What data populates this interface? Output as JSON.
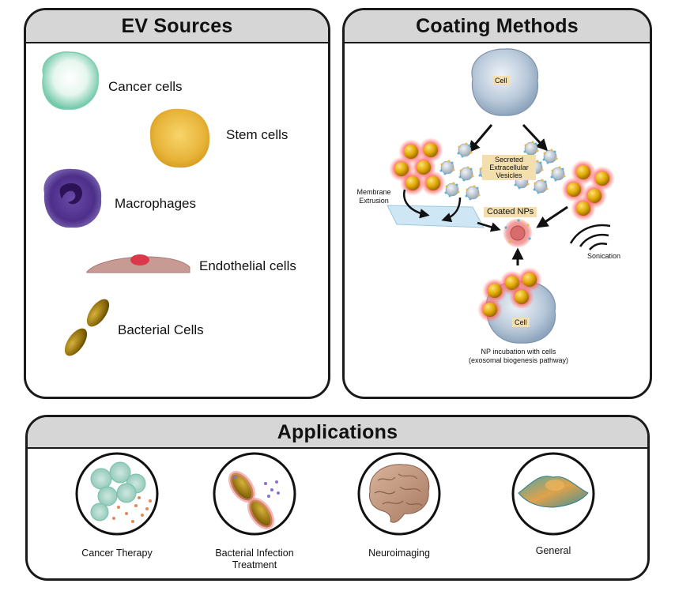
{
  "ev_sources": {
    "title": "EV Sources",
    "items": [
      {
        "label": "Cancer cells",
        "icon": "cancer-cell-icon"
      },
      {
        "label": "Stem cells",
        "icon": "stem-cell-icon"
      },
      {
        "label": "Macrophages",
        "icon": "macrophage-icon"
      },
      {
        "label": "Endothelial cells",
        "icon": "endothelial-cell-icon"
      },
      {
        "label": "Bacterial Cells",
        "icon": "bacterial-cell-icon"
      }
    ]
  },
  "coating_methods": {
    "title": "Coating Methods",
    "cell_label": "Cell",
    "vesicles_label": "Secreted Extracellular Vesicles",
    "membrane_label": "Membrane Extrusion",
    "coated_label": "Coated NPs",
    "sonication_label": "Sonication",
    "bottom_cell_label": "Cell",
    "incubation_label": "NP incubation with cells (exosomal biogenesis pathway)"
  },
  "applications": {
    "title": "Applications",
    "items": [
      {
        "label": "Cancer Therapy",
        "icon": "cancer-therapy-icon"
      },
      {
        "label": "Bacterial Infection Treatment",
        "icon": "bacteria-treatment-icon"
      },
      {
        "label": "Neuroimaging",
        "icon": "brain-icon"
      },
      {
        "label": "General",
        "icon": "tissue-icon"
      }
    ]
  },
  "colors": {
    "header": "#d6d6d6",
    "border": "#1a1a1a",
    "gold_np": "#e0a800",
    "np_glow": "#ff6a6a",
    "cell_blue": "#b7c7d8",
    "tag_bg": "#f3dfae"
  }
}
